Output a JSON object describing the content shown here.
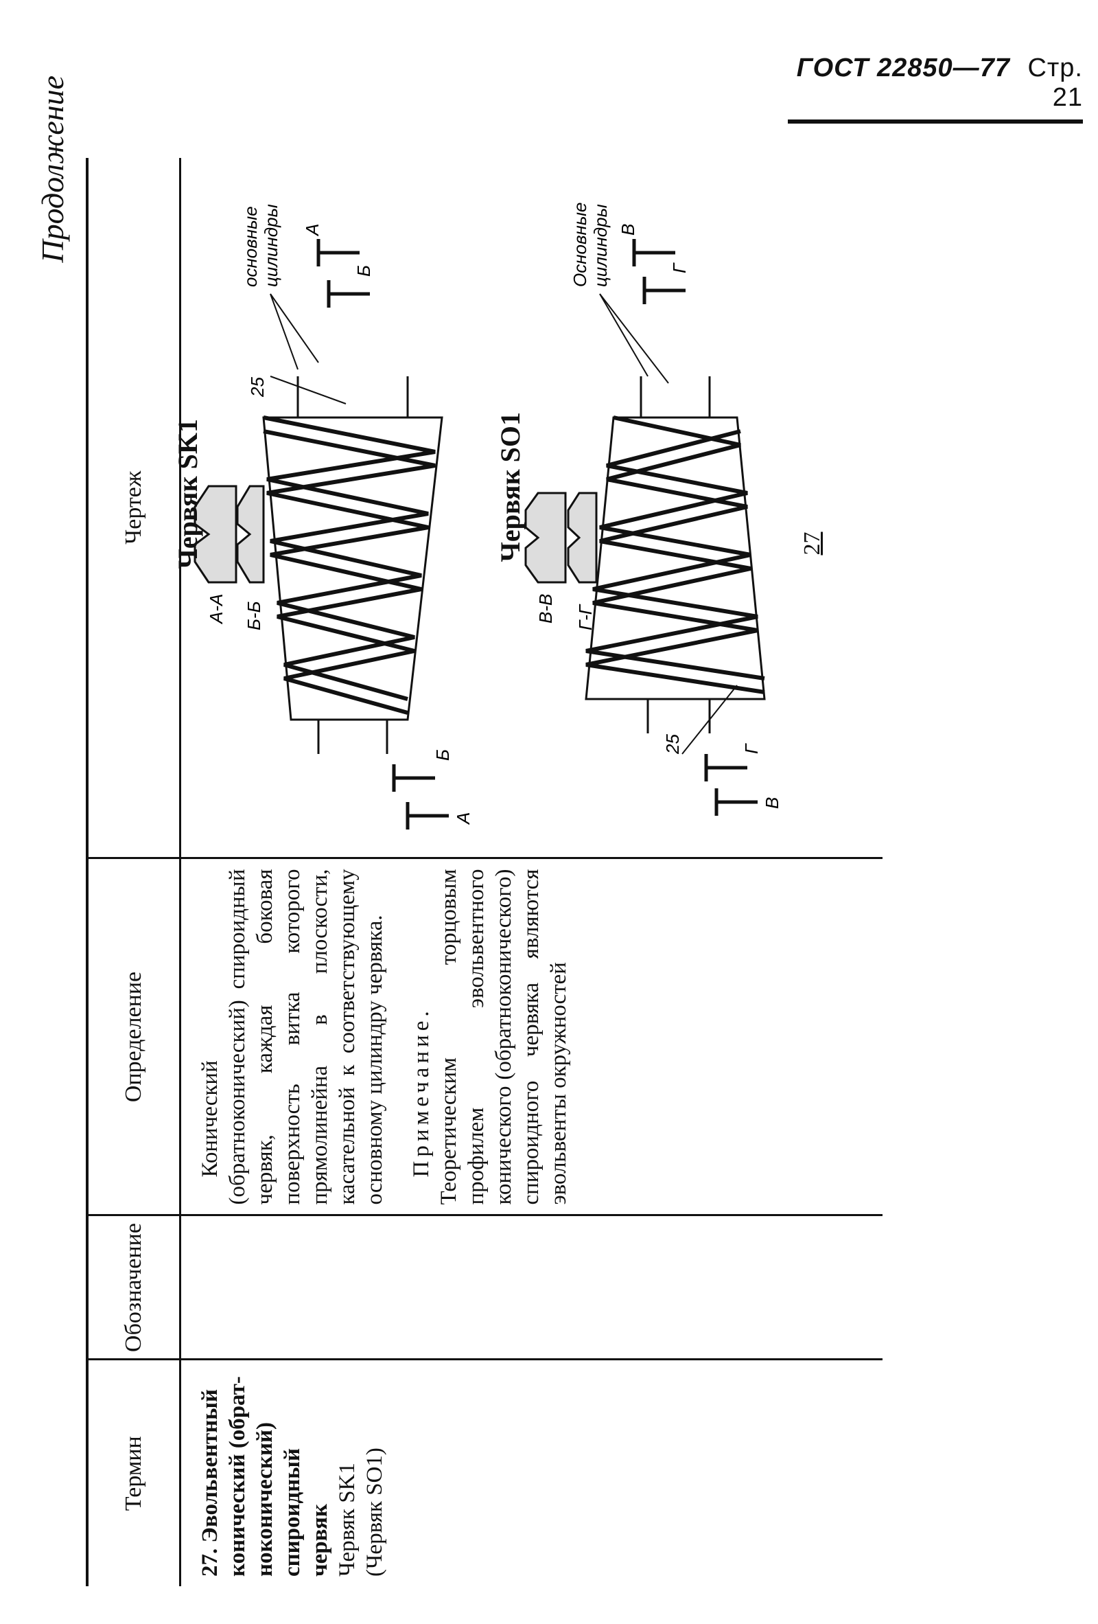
{
  "header": {
    "standard": "ГОСТ 22850—77",
    "page": "Стр. 21"
  },
  "continuation": "Продолжение",
  "table": {
    "columns": {
      "term": "Термин",
      "designation": "Обозначение",
      "definition": "Определение",
      "drawing": "Чертеж"
    },
    "row": {
      "term_number": "27.",
      "term": "Эвольвентный\nконический (обрат-\nноконический)\nспироидный червяк",
      "term_alt_1": "Червяк SK1",
      "term_alt_2": "(Червяк SO1)",
      "designation": "",
      "definition": "Конический (обратноконический) спироидный червяк, каждая боковая поверхность витка которого прямолинейна в плоскости, касательной к соответствующему основному цилиндру червяка.",
      "note_label": "Примечание.",
      "note": "Теоретическим торцовым профилем эвольвентного конического (обратноконического) спироидного червяка являются эвольвенты окружностей"
    }
  },
  "drawing": {
    "figure_sk1": {
      "title": "Червяк SK1",
      "section_a": "А-А",
      "section_b": "Б-Б",
      "label_a": "А",
      "label_b": "Б",
      "callout_number": "25",
      "callout_text_1": "основные",
      "callout_text_2": "цилиндры"
    },
    "figure_so1": {
      "title": "Червяк SO1",
      "section_v": "В-В",
      "section_g": "Г-Г",
      "label_v": "В",
      "label_g": "Г",
      "callout_number": "25",
      "callout_text_1": "Основные",
      "callout_text_2": "цилиндры"
    },
    "figure_number": "27"
  }
}
